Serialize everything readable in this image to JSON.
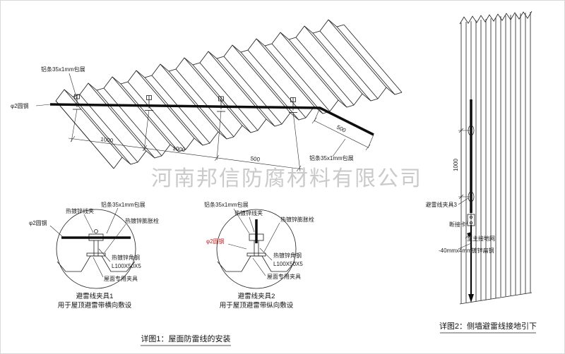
{
  "watermark": "河南邦信防腐材料有限公司",
  "roof_view": {
    "strip_label_top": "铝条35x1mm包展",
    "strip_label_right": "铝条35x1mm包展",
    "rod_label": "φ2圆钢",
    "dims": [
      "1000",
      "1000",
      "500"
    ],
    "dim_right": "500"
  },
  "detail1": {
    "title": "避雷线夹具1",
    "subtitle": "用于屋顶避雷带横向敷设",
    "labels": {
      "wire_clamp": "热镀锌线夹",
      "strip": "铝条35x1mm包展",
      "expansion_bolt": "热镀锌膨胀栓",
      "rod": "φ2圆钢",
      "angle_steel": "热镀锌角钢",
      "angle_spec": "L100X50X5",
      "roof_fixture": "屋面专用夹具"
    }
  },
  "detail2": {
    "title": "避雷线夹具2",
    "subtitle": "用于屋顶避雷带纵向敷设",
    "labels": {
      "wire_clamp": "热镀锌线夹",
      "strip": "铝条35x1mm包展",
      "expansion_bolt": "热镀锌膨胀栓",
      "rod": "φ2圆钢",
      "angle_steel": "热镀锌角钢",
      "angle_spec": "L100X50X5",
      "roof_fixture": "屋面专用夹具"
    }
  },
  "wall_view": {
    "dim": "1000",
    "labels": {
      "clamp": "避雷线夹具3",
      "disconnect": "断接卡",
      "to_ground": "至主接地网",
      "flat_steel": "-40mmx4mm镀锌扁钢"
    }
  },
  "captions": {
    "detail1": "详图1：屋面防雷线的安装",
    "detail2": "详图2：侧墙避雷线接地引下"
  },
  "colors": {
    "ink": "#1c1c1c",
    "accent_red": "#cc2020",
    "watermark_gray": "#a0a0a0"
  }
}
